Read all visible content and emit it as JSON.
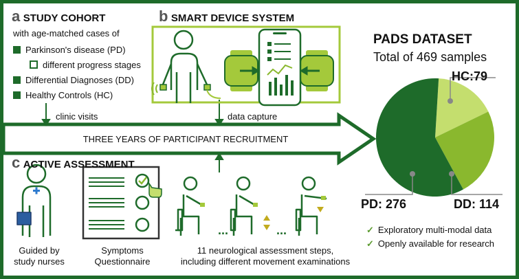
{
  "section_a": {
    "letter": "a",
    "title": "STUDY COHORT",
    "subtitle": "with age-matched cases of",
    "items": [
      {
        "label": "Parkinson's disease (PD)"
      },
      {
        "label": "different progress stages"
      },
      {
        "label": "Differential Diagnoses (DD)"
      },
      {
        "label": "Healthy Controls (HC)"
      }
    ],
    "arrow_label": "clinic visits"
  },
  "section_b": {
    "letter": "b",
    "title": "SMART DEVICE SYSTEM",
    "arrow_label": "data capture"
  },
  "timeline": {
    "label": "THREE YEARS OF PARTICIPANT RECRUITMENT"
  },
  "section_c": {
    "letter": "c",
    "title": "ACTIVE ASSESSMENT",
    "nurse_label_1": "Guided by",
    "nurse_label_2": "study nurses",
    "questionnaire_label_1": "Symptoms",
    "questionnaire_label_2": "Questionnaire",
    "steps_label_1": "11 neurological assessment steps,",
    "steps_label_2": "including different movement examinations",
    "ellipsis": "..."
  },
  "dataset": {
    "title": "PADS DATASET",
    "subtitle": "Total of 469 samples",
    "features": [
      "Exploratory multi-modal data",
      "Openly available for research"
    ]
  },
  "chart_data": {
    "type": "pie",
    "title": "",
    "slices": [
      {
        "label": "PD: 276",
        "value": 276,
        "color": "#1e6b2a"
      },
      {
        "label": "DD: 114",
        "value": 114,
        "color": "#8ab82e"
      },
      {
        "label": "HC:79",
        "value": 79,
        "color": "#c4de6e"
      }
    ],
    "total": 469
  },
  "colors": {
    "dark_green": "#1e6b2a",
    "mid_green": "#8ab82e",
    "light_green": "#c4de6e",
    "lime": "#a4c93b"
  }
}
